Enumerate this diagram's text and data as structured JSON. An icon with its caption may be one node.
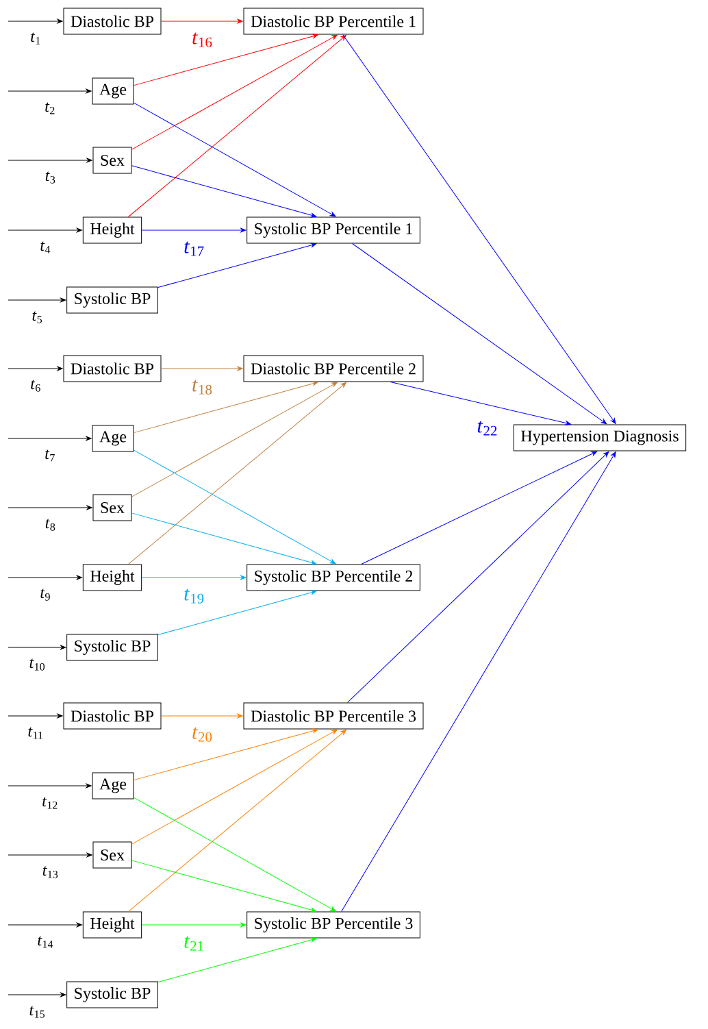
{
  "diagram": {
    "nodes": [
      {
        "text": [
          "Diastolic BP"
        ]
      },
      {
        "text": [
          "Age"
        ]
      },
      {
        "text": [
          "Sex"
        ]
      },
      {
        "text": [
          "Height"
        ]
      },
      {
        "text": [
          "Systolic BP"
        ]
      },
      {
        "text": [
          "Diastolic BP Percentile 1"
        ]
      },
      {
        "text": [
          "Systolic BP Percentile 1"
        ]
      },
      {
        "text": [
          "Diastolic BP"
        ]
      },
      {
        "text": [
          "Age"
        ]
      },
      {
        "text": [
          "Sex"
        ]
      },
      {
        "text": [
          "Height"
        ]
      },
      {
        "text": [
          "Systolic BP"
        ]
      },
      {
        "text": [
          "Diastolic BP Percentile 2"
        ]
      },
      {
        "text": [
          "Systolic BP Percentile 2"
        ]
      },
      {
        "text": [
          "Diastolic BP"
        ]
      },
      {
        "text": [
          "Age"
        ]
      },
      {
        "text": [
          "Sex"
        ]
      },
      {
        "text": [
          "Height"
        ]
      },
      {
        "text": [
          "Systolic BP"
        ]
      },
      {
        "text": [
          "Diastolic BP Percentile 3"
        ]
      },
      {
        "text": [
          "Systolic BP Percentile 3"
        ]
      },
      {
        "text": [
          "Hypertension Diagnosis"
        ],
        "beside": [
          "*t*$_{22}$"
        ]
      }
    ],
    "edges": [
      {
        "from": null,
        "to": 0,
        "arrow": "to",
        "label": "*t*$_{1}$"
      },
      {
        "from": null,
        "to": 1,
        "arrow": "to",
        "label": "*t*$_{2}$"
      },
      {
        "from": null,
        "to": 2,
        "arrow": "to",
        "label": "*t*$_{3}$"
      },
      {
        "from": null,
        "to": 3,
        "arrow": "to",
        "label": "*t*$_{4}$"
      },
      {
        "from": null,
        "to": 4,
        "arrow": "to",
        "label": "*t*$_{5}$"
      },
      {
        "from": 0,
        "to": 5,
        "arrow": "to",
        "label": "*t*$_{16}$",
        "color": "#ff0000"
      },
      {
        "from": 1,
        "to": 5,
        "arrow": "to",
        "color": "#ff0000"
      },
      {
        "from": 2,
        "to": 5,
        "arrow": "to",
        "color": "#ff0000"
      },
      {
        "from": 3,
        "to": 5,
        "arrow": "to",
        "color": "#ff0000"
      },
      {
        "from": 3,
        "to": 6,
        "arrow": "to",
        "label": "*t*$_{17}$",
        "color": "#0000ff"
      },
      {
        "from": 1,
        "to": 6,
        "arrow": "to",
        "color": "#0000ff"
      },
      {
        "from": 2,
        "to": 6,
        "arrow": "to",
        "color": "#0000ff"
      },
      {
        "from": 4,
        "to": 6,
        "arrow": "to",
        "color": "#0000ff"
      },
      {
        "from": null,
        "to": 7,
        "arrow": "to",
        "label": "*t*$_{6}$"
      },
      {
        "from": null,
        "to": 8,
        "arrow": "to",
        "label": "*t*$_{7}$"
      },
      {
        "from": null,
        "to": 9,
        "arrow": "to",
        "label": "*t*$_{8}$"
      },
      {
        "from": null,
        "to": 10,
        "arrow": "to",
        "label": "*t*$_{9}$"
      },
      {
        "from": null,
        "to": 11,
        "arrow": "to",
        "label": "*t*$_{10}$"
      },
      {
        "from": 7,
        "to": 12,
        "arrow": "to",
        "label": "*t*$_{18}$",
        "color": "#bf8040"
      },
      {
        "from": 8,
        "to": 12,
        "arrow": "to",
        "color": "#bf8040"
      },
      {
        "from": 9,
        "to": 12,
        "arrow": "to",
        "color": "#bf8040"
      },
      {
        "from": 10,
        "to": 12,
        "arrow": "to",
        "color": "#bf8040"
      },
      {
        "from": 10,
        "to": 13,
        "arrow": "to",
        "label": "*t*$_{19}$",
        "color": "#00aeef"
      },
      {
        "from": 8,
        "to": 13,
        "arrow": "to",
        "color": "#00aeef"
      },
      {
        "from": 9,
        "to": 13,
        "arrow": "to",
        "color": "#00aeef"
      },
      {
        "from": 11,
        "to": 13,
        "arrow": "to",
        "color": "#00aeef"
      },
      {
        "from": null,
        "to": 14,
        "arrow": "to",
        "label": "*t*$_{11}$"
      },
      {
        "from": null,
        "to": 15,
        "arrow": "to",
        "label": "*t*$_{12}$"
      },
      {
        "from": null,
        "to": 16,
        "arrow": "to",
        "label": "*t*$_{13}$"
      },
      {
        "from": null,
        "to": 17,
        "arrow": "to",
        "label": "*t*$_{14}$"
      },
      {
        "from": null,
        "to": 18,
        "arrow": "to",
        "label": "*t*$_{15}$"
      },
      {
        "from": 14,
        "to": 19,
        "arrow": "to",
        "label": "*t*$_{20}$",
        "color": "#ff8000"
      },
      {
        "from": 15,
        "to": 19,
        "arrow": "to",
        "color": "#ff8000"
      },
      {
        "from": 16,
        "to": 19,
        "arrow": "to",
        "color": "#ff8000"
      },
      {
        "from": 17,
        "to": 19,
        "arrow": "to",
        "color": "#ff8000"
      },
      {
        "from": 17,
        "to": 20,
        "arrow": "to",
        "label": "*t*$_{21}$",
        "color": "#00ff00"
      },
      {
        "from": 15,
        "to": 20,
        "arrow": "to",
        "color": "#00ff00"
      },
      {
        "from": 16,
        "to": 20,
        "arrow": "to",
        "color": "#00ff00"
      },
      {
        "from": 18,
        "to": 20,
        "arrow": "to",
        "color": "#00ff00"
      },
      {
        "from": 5,
        "to": 21,
        "arrow": "to",
        "color": "#0000ff"
      },
      {
        "from": 6,
        "to": 21,
        "arrow": "to",
        "color": "#0000ff"
      },
      {
        "from": 12,
        "to": 21,
        "arrow": "to",
        "color": "#0000ff"
      },
      {
        "from": 13,
        "to": 21,
        "arrow": "to",
        "color": "#0000ff"
      },
      {
        "from": 19,
        "to": 21,
        "arrow": "to",
        "color": "#0000ff"
      },
      {
        "from": 20,
        "to": 21,
        "arrow": "to",
        "color": "#0000ff"
      }
    ]
  }
}
